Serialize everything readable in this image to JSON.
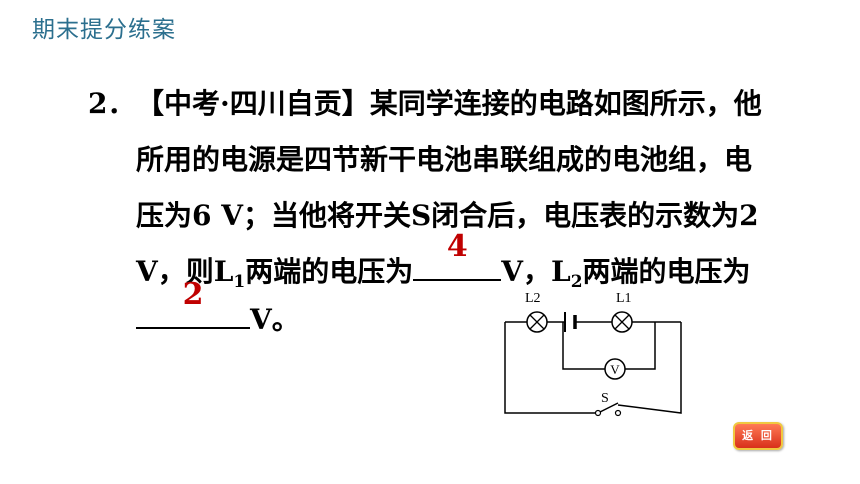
{
  "header": {
    "title": "期末提分练案"
  },
  "question": {
    "number": "2．",
    "line1": "【中考·四川自贡】某同学连接的电路如图所示，他",
    "line2": "所用的电源是四节新干电池串联组成的电池组，电",
    "line3": "压为6 V；当他将开关S闭合后，电压表的示数为2",
    "line4_a": "V，则L",
    "line4_sub1": "1",
    "line4_b": "两端的电压为",
    "answer1": "4",
    "line4_c": "V，L",
    "line4_sub2": "2",
    "line4_d": "两端的电压为",
    "answer2": "2",
    "line5_end": "V。"
  },
  "circuit": {
    "lamp1_label": "L1",
    "lamp2_label": "L2",
    "voltmeter_label": "V",
    "switch_label": "S"
  },
  "nav": {
    "back_label": "返 回"
  }
}
